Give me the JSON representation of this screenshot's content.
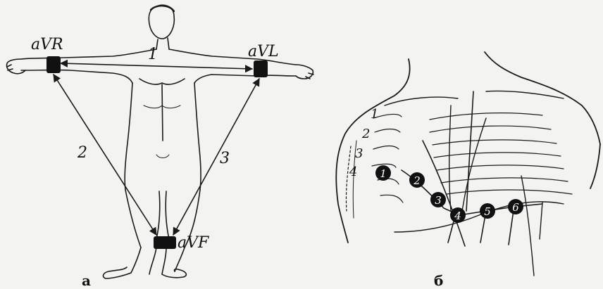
{
  "panel_a": {
    "caption": "а",
    "leads": {
      "right_arm": "aVR",
      "left_arm": "aVL",
      "foot": "aVF"
    },
    "lead_numbers": {
      "lead_1": "1",
      "lead_2": "2",
      "lead_3": "3"
    }
  },
  "panel_b": {
    "caption": "б",
    "ribs": [
      "1",
      "2",
      "3",
      "4"
    ],
    "electrodes": [
      "1",
      "2",
      "3",
      "4",
      "5",
      "6"
    ]
  }
}
